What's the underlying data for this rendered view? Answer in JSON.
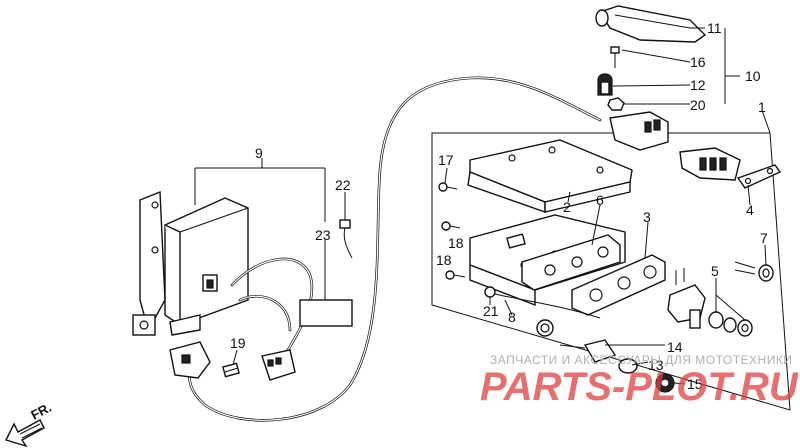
{
  "callouts": [
    {
      "id": "c11",
      "text": "11"
    },
    {
      "id": "c16a",
      "text": "16"
    },
    {
      "id": "c12",
      "text": "12"
    },
    {
      "id": "c10",
      "text": "10"
    },
    {
      "id": "c20",
      "text": "20"
    },
    {
      "id": "c1",
      "text": "1"
    },
    {
      "id": "c9",
      "text": "9"
    },
    {
      "id": "c17",
      "text": "17"
    },
    {
      "id": "c22",
      "text": "22"
    },
    {
      "id": "c2",
      "text": "2"
    },
    {
      "id": "c6",
      "text": "6"
    },
    {
      "id": "c3",
      "text": "3"
    },
    {
      "id": "c4",
      "text": "4"
    },
    {
      "id": "c23",
      "text": "23"
    },
    {
      "id": "c18a",
      "text": "18"
    },
    {
      "id": "c18b",
      "text": "18"
    },
    {
      "id": "c7",
      "text": "7"
    },
    {
      "id": "c5",
      "text": "5"
    },
    {
      "id": "c21",
      "text": "21"
    },
    {
      "id": "c8",
      "text": "8"
    },
    {
      "id": "c19",
      "text": "19"
    },
    {
      "id": "c14",
      "text": "14"
    },
    {
      "id": "c13",
      "text": "13"
    },
    {
      "id": "c15",
      "text": "15"
    }
  ],
  "watermark": {
    "caption": "ЗАПЧАСТИ И АКСЕССУАРЫ ДЛЯ МОТОТЕХНИКИ",
    "logo": "PARTS-PLOT.RU",
    "logo_color": "#e04040"
  },
  "direction_label": "FR.",
  "icons": {
    "direction": "arrow-icon",
    "control_box": "ecu-box-icon",
    "switch_panel": "switch-panel-icon"
  }
}
